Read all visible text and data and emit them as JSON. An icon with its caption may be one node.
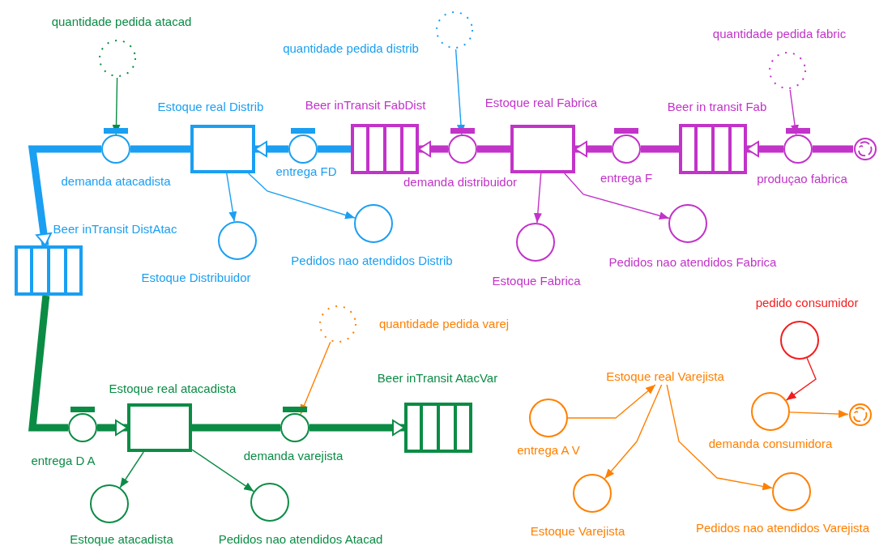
{
  "diagram": {
    "nodes": [
      {
        "text": [
          "quantidade pedida atacad"
        ]
      },
      {
        "text": [
          "Estoque real Distrib"
        ]
      },
      {
        "text": [
          "demanda atacadista"
        ]
      },
      {
        "text": [
          "entrega FD"
        ]
      },
      {
        "text": [
          "Beer inTransit FabDist"
        ]
      },
      {
        "text": [
          "quantidade pedida distrib"
        ]
      },
      {
        "text": [
          "demanda distribuidor"
        ]
      },
      {
        "text": [
          "Estoque real Fabrica"
        ]
      },
      {
        "text": [
          "entrega F"
        ]
      },
      {
        "text": [
          "Beer in transit Fab"
        ]
      },
      {
        "text": [
          "quantidade pedida fabric"
        ]
      },
      {
        "text": [
          "produçao fabrica"
        ]
      },
      {
        "text": [],
        "shape": "cloud"
      },
      {
        "text": [
          "Estoque Distribuidor"
        ]
      },
      {
        "text": [
          "Pedidos nao atendidos Distrib"
        ]
      },
      {
        "text": [
          "Estoque Fabrica"
        ]
      },
      {
        "text": [
          "Pedidos nao atendidos Fabrica"
        ]
      },
      {
        "text": [
          "Beer inTransit DistAtac"
        ]
      },
      {
        "text": [
          "Estoque real atacadista"
        ]
      },
      {
        "text": [
          "entrega D A"
        ]
      },
      {
        "text": [
          "quantidade pedida varej"
        ]
      },
      {
        "text": [
          "demanda varejista"
        ]
      },
      {
        "text": [
          "Beer inTransit AtacVar"
        ]
      },
      {
        "text": [
          "Estoque atacadista"
        ]
      },
      {
        "text": [
          "Pedidos nao atendidos Atacad"
        ]
      },
      {
        "text": [
          "entrega A V"
        ]
      },
      {
        "text": [
          "Estoque real Varejista"
        ]
      },
      {
        "text": [
          "Estoque Varejista"
        ]
      },
      {
        "text": [
          "Pedidos nao atendidos Varejista"
        ]
      },
      {
        "text": [
          "pedido consumidor"
        ]
      },
      {
        "text": [
          "demanda consumidora"
        ]
      },
      {
        "text": [],
        "shape": "cloud"
      }
    ],
    "edges": [
      {
        "from": 1,
        "to": 2,
        "arrow": "none",
        "style": "thick",
        "color": "#1a9ff2"
      },
      {
        "from": 2,
        "to": 17,
        "arrow": "to",
        "style": "thick",
        "color": "#1a9ff2"
      },
      {
        "from": 4,
        "to": 3,
        "arrow": "none",
        "style": "thick",
        "color": "#1a9ff2"
      },
      {
        "from": 3,
        "to": 1,
        "arrow": "to",
        "style": "thick",
        "color": "#1a9ff2"
      },
      {
        "from": 7,
        "to": 6,
        "arrow": "none",
        "style": "thick",
        "color": "#c233c9"
      },
      {
        "from": 6,
        "to": 4,
        "arrow": "to",
        "style": "thick",
        "color": "#c233c9"
      },
      {
        "from": 9,
        "to": 8,
        "arrow": "none",
        "style": "thick",
        "color": "#c233c9"
      },
      {
        "from": 8,
        "to": 7,
        "arrow": "to",
        "style": "thick",
        "color": "#c233c9"
      },
      {
        "from": 12,
        "to": 11,
        "arrow": "none",
        "style": "thick",
        "color": "#c233c9"
      },
      {
        "from": 11,
        "to": 9,
        "arrow": "to",
        "style": "thick",
        "color": "#c233c9"
      },
      {
        "from": 17,
        "to": 19,
        "arrow": "none",
        "style": "thick",
        "color": "#0b8c45"
      },
      {
        "from": 19,
        "to": 18,
        "arrow": "to",
        "style": "thick",
        "color": "#0b8c45"
      },
      {
        "from": 18,
        "to": 21,
        "arrow": "none",
        "style": "thick",
        "color": "#0b8c45"
      },
      {
        "from": 21,
        "to": 22,
        "arrow": "to",
        "style": "thick",
        "color": "#0b8c45"
      },
      {
        "from": 0,
        "to": 2,
        "arrow": "to",
        "color": "#0b8c45"
      },
      {
        "from": 5,
        "to": 6,
        "arrow": "to",
        "color": "#1a9ff2"
      },
      {
        "from": 10,
        "to": 11,
        "arrow": "to",
        "color": "#c233c9"
      },
      {
        "from": 1,
        "to": 13,
        "arrow": "to",
        "color": "#1a9ff2"
      },
      {
        "from": 1,
        "to": 14,
        "arrow": "to",
        "color": "#1a9ff2"
      },
      {
        "from": 7,
        "to": 15,
        "arrow": "to",
        "color": "#c233c9"
      },
      {
        "from": 7,
        "to": 16,
        "arrow": "to",
        "color": "#c233c9"
      },
      {
        "from": 20,
        "to": 21,
        "arrow": "to",
        "color": "#ff8000"
      },
      {
        "from": 18,
        "to": 23,
        "arrow": "to",
        "color": "#0b8c45"
      },
      {
        "from": 18,
        "to": 24,
        "arrow": "to",
        "color": "#0b8c45"
      },
      {
        "from": 26,
        "to": 27,
        "arrow": "to",
        "color": "#ff8000"
      },
      {
        "from": 26,
        "to": 28,
        "arrow": "to",
        "color": "#ff8000"
      },
      {
        "from": 29,
        "to": 30,
        "arrow": "to",
        "color": "#f21d1d"
      },
      {
        "from": 25,
        "to": 26,
        "arrow": "to",
        "color": "#ff8000"
      },
      {
        "from": 30,
        "to": 31,
        "arrow": "to",
        "color": "#ff8000"
      }
    ]
  }
}
